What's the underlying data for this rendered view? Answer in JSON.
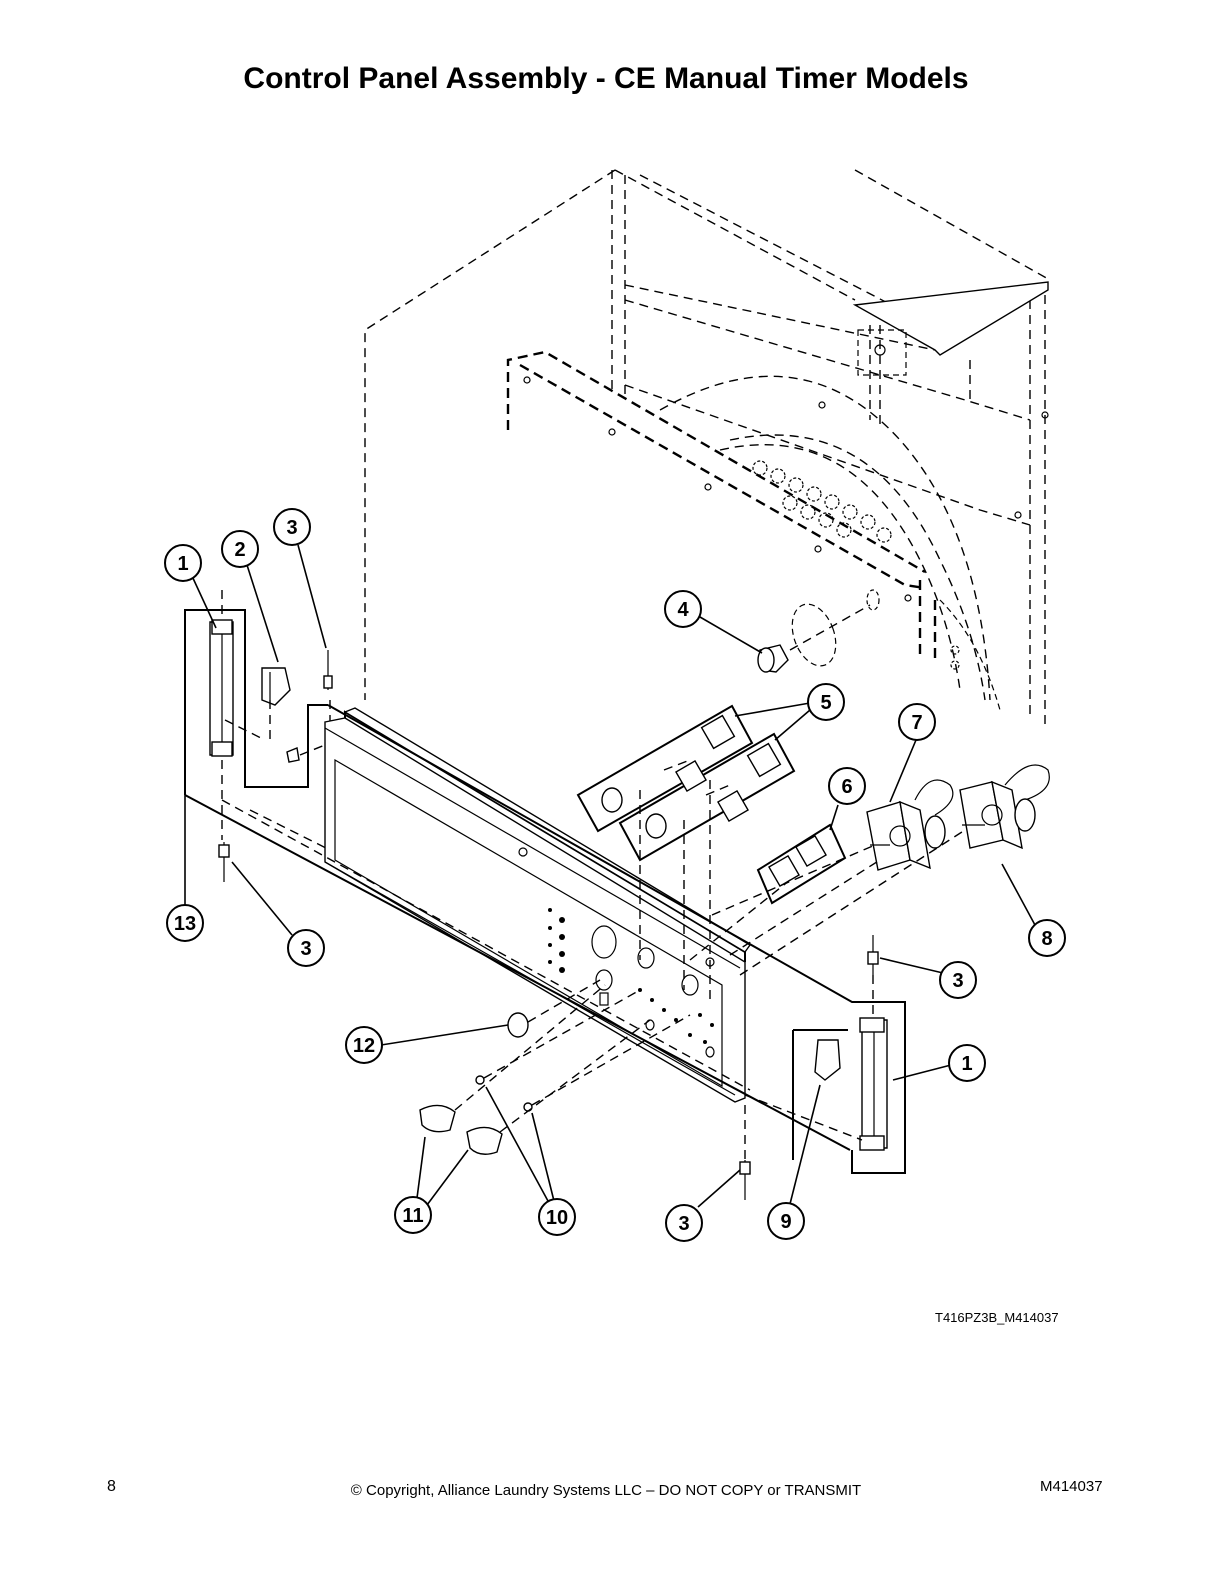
{
  "page": {
    "title": "Control Panel Assembly - CE Manual Timer Models",
    "page_number": "8",
    "copyright": "© Copyright, Alliance Laundry Systems LLC – DO NOT COPY or TRANSMIT",
    "document_number": "M414037",
    "figure_reference": "T416PZ3B_M414037"
  },
  "diagram": {
    "callouts": [
      {
        "id": "c1a",
        "label": "1"
      },
      {
        "id": "c2",
        "label": "2"
      },
      {
        "id": "c3a",
        "label": "3"
      },
      {
        "id": "c4",
        "label": "4"
      },
      {
        "id": "c5",
        "label": "5"
      },
      {
        "id": "c7",
        "label": "7"
      },
      {
        "id": "c6",
        "label": "6"
      },
      {
        "id": "c13",
        "label": "13"
      },
      {
        "id": "c3b",
        "label": "3"
      },
      {
        "id": "c8",
        "label": "8"
      },
      {
        "id": "c3c",
        "label": "3"
      },
      {
        "id": "c12",
        "label": "12"
      },
      {
        "id": "c1b",
        "label": "1"
      },
      {
        "id": "c11",
        "label": "11"
      },
      {
        "id": "c10",
        "label": "10"
      },
      {
        "id": "c3d",
        "label": "3"
      },
      {
        "id": "c9",
        "label": "9"
      }
    ]
  }
}
